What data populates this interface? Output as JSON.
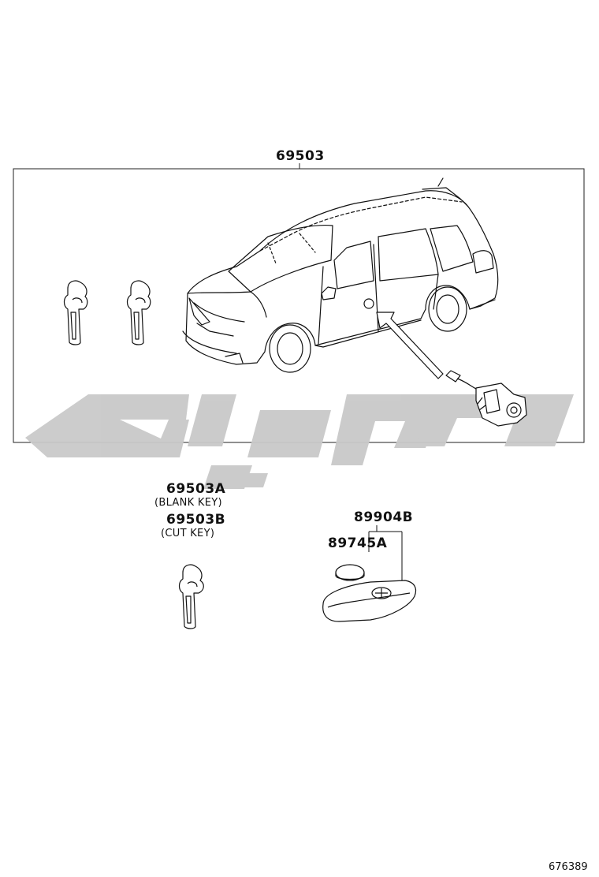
{
  "diagram": {
    "assembly_part": "69503",
    "key_blank_part": "69503A",
    "key_blank_desc": "(BLANK KEY)",
    "key_cut_part": "69503B",
    "key_cut_desc": "(CUT KEY)",
    "transmitter_part": "89904B",
    "battery_part": "89745A",
    "ref_number": "676389"
  },
  "watermark": {
    "color": "#c8c8c8"
  },
  "icons": [
    "car-illustration",
    "key-icon",
    "door-lock-cylinder-icon",
    "battery-icon",
    "smart-key-fob-icon"
  ]
}
